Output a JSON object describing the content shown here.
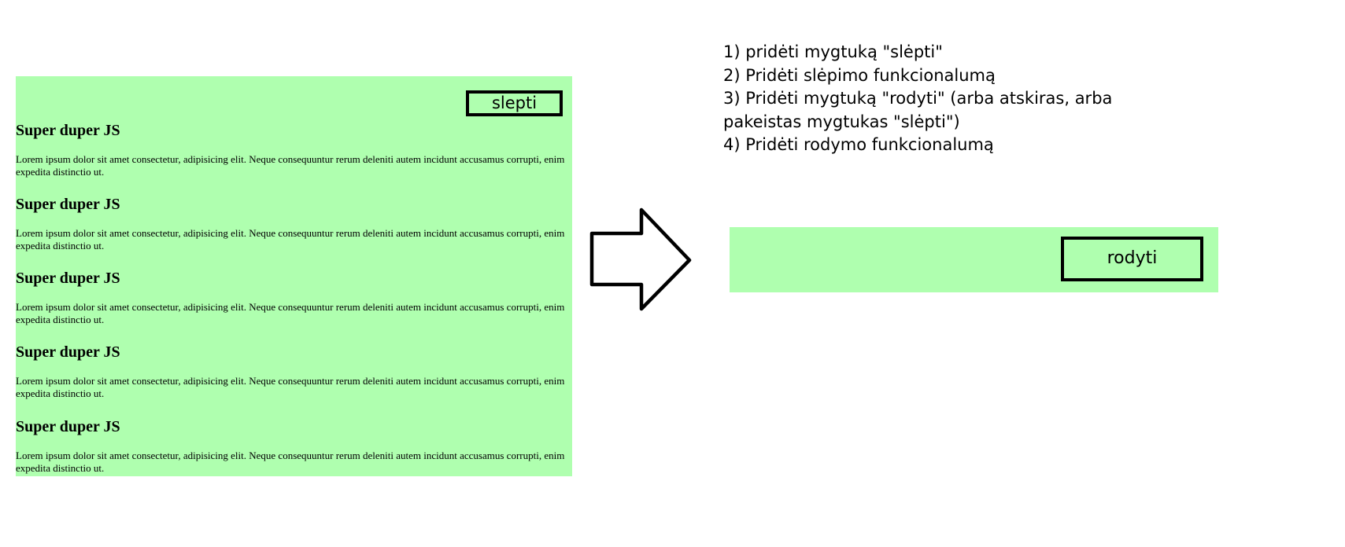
{
  "left_panel": {
    "button_label": "slepti",
    "sections": [
      {
        "heading": "Super duper JS",
        "body": "Lorem ipsum dolor sit amet consectetur, adipisicing elit. Neque consequuntur rerum deleniti autem incidunt accusamus corrupti, enim expedita distinctio ut."
      },
      {
        "heading": "Super duper JS",
        "body": "Lorem ipsum dolor sit amet consectetur, adipisicing elit. Neque consequuntur rerum deleniti autem incidunt accusamus corrupti, enim expedita distinctio ut."
      },
      {
        "heading": "Super duper JS",
        "body": "Lorem ipsum dolor sit amet consectetur, adipisicing elit. Neque consequuntur rerum deleniti autem incidunt accusamus corrupti, enim expedita distinctio ut."
      },
      {
        "heading": "Super duper JS",
        "body": "Lorem ipsum dolor sit amet consectetur, adipisicing elit. Neque consequuntur rerum deleniti autem incidunt accusamus corrupti, enim expedita distinctio ut."
      },
      {
        "heading": "Super duper JS",
        "body": "Lorem ipsum dolor sit amet consectetur, adipisicing elit. Neque consequuntur rerum deleniti autem incidunt accusamus corrupti, enim expedita distinctio ut."
      }
    ]
  },
  "instructions": [
    "1) pridėti mygtuką \"slėpti\"",
    "2) Pridėti slėpimo funkcionalumą",
    "3) Pridėti mygtuką \"rodyti\" (arba atskiras, arba",
    "pakeistas mygtukas \"slėpti\")",
    "4) Pridėti rodymo funkcionalumą"
  ],
  "right_panel": {
    "button_label": "rodyti"
  },
  "colors": {
    "panel_background": "#afffaf",
    "border": "#000000"
  },
  "icons": {
    "arrow": "right-arrow-icon"
  }
}
